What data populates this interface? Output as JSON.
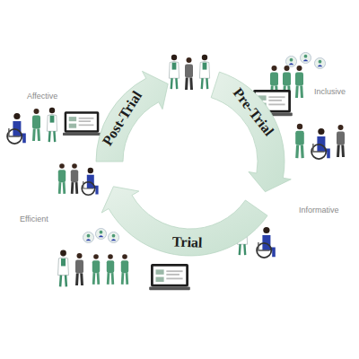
{
  "diagram": {
    "nodes": [
      {
        "text": [
          "Pre-Trial"
        ]
      },
      {
        "text": [
          "Trial"
        ]
      },
      {
        "text": [
          "Post-Trial"
        ]
      }
    ],
    "labels": [
      "Affective",
      "Inclusive",
      "Informative",
      "Efficient"
    ]
  }
}
